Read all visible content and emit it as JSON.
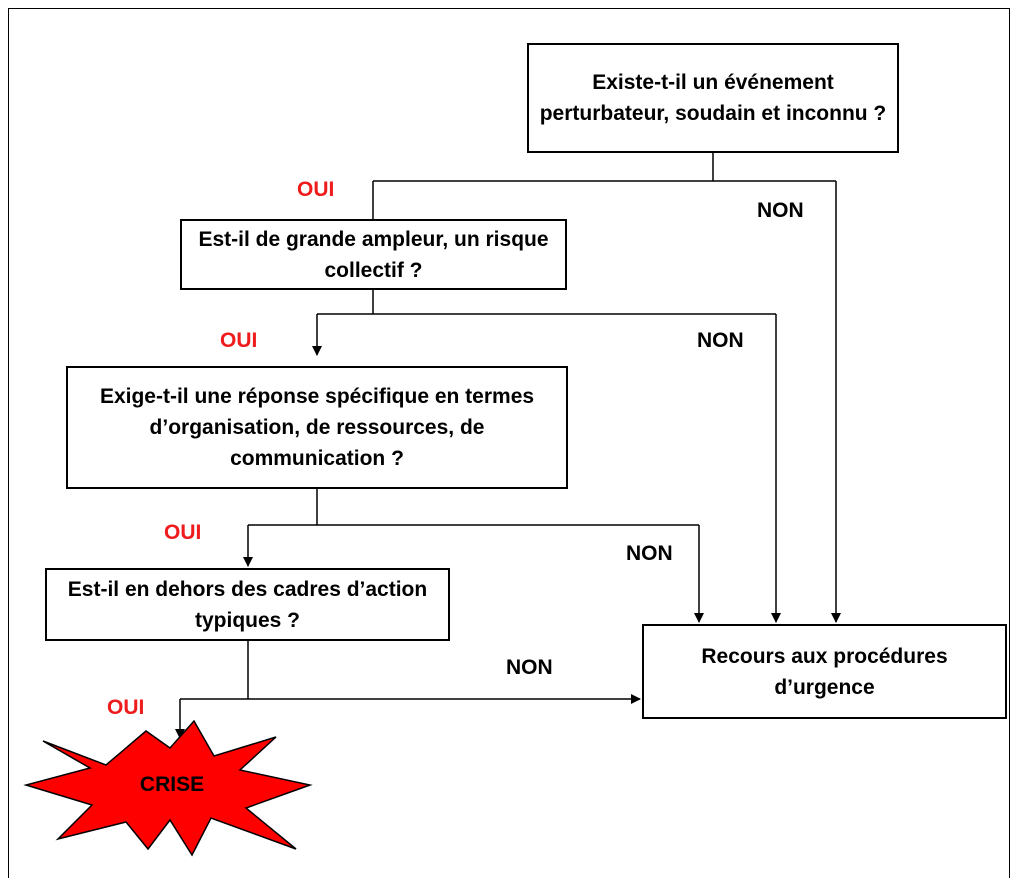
{
  "questions": {
    "q1": "Existe-t-il un événement perturbateur, soudain et inconnu ?",
    "q2": "Est-il de grande ampleur, un risque collectif ?",
    "q3": "Exige-t-il une réponse spécifique en termes d’organisation, de ressources, de communication ?",
    "q4": "Est-il en dehors des cadres d’action typiques ?"
  },
  "outcome": "Recours aux procédures d’urgence",
  "crisis": "CRISE",
  "labels": {
    "yes": "OUI",
    "no": "NON"
  },
  "colors": {
    "yes": "#ee1c1c",
    "crisis_fill": "#ff0000"
  }
}
